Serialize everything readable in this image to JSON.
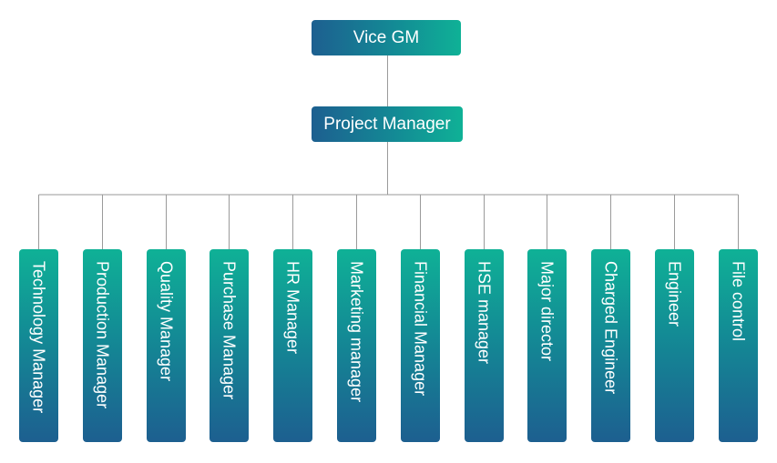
{
  "chart": {
    "root": {
      "label": "Vice GM"
    },
    "manager": {
      "label": "Project Manager"
    },
    "departments": [
      {
        "label": "Technology Manager"
      },
      {
        "label": "Production Manager"
      },
      {
        "label": "Quality Manager"
      },
      {
        "label": "Purchase Manager"
      },
      {
        "label": "HR Manager"
      },
      {
        "label": "Marketing manager"
      },
      {
        "label": "Financial Manager"
      },
      {
        "label": "HSE manager"
      },
      {
        "label": "Major director"
      },
      {
        "label": "Charged Engineer"
      },
      {
        "label": "Engineer"
      },
      {
        "label": "File control"
      }
    ]
  },
  "colors": {
    "gradient_dark": "#1d5f90",
    "gradient_mid": "#138a95",
    "gradient_light": "#0fb196",
    "connector": "#9a9a9a",
    "text": "#ffffff"
  }
}
